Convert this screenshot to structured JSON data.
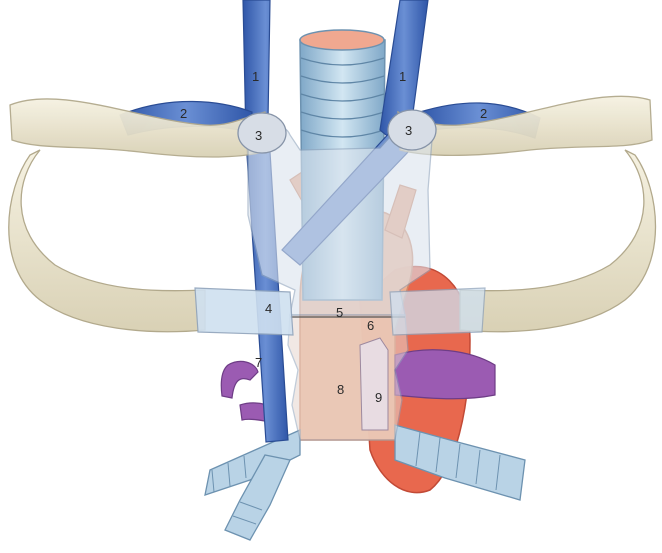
{
  "labels": {
    "n1_left": "1",
    "n1_right": "1",
    "n2_left": "2",
    "n2_right": "2",
    "n3_left": "3",
    "n3_right": "3",
    "n4": "4",
    "n5": "5",
    "n6": "6",
    "n7": "7",
    "n8": "8",
    "n9": "9"
  },
  "colors": {
    "vein": "#4a72c0",
    "vein_light": "#7e9fd8",
    "bone": "#ece6cf",
    "bone_edge": "#b8b096",
    "sternum": "#c9d6e8",
    "trachea": "#a8c8e0",
    "aorta": "#f0b898",
    "heart": "#e86a50",
    "pulmonary": "#9a5cb0"
  }
}
